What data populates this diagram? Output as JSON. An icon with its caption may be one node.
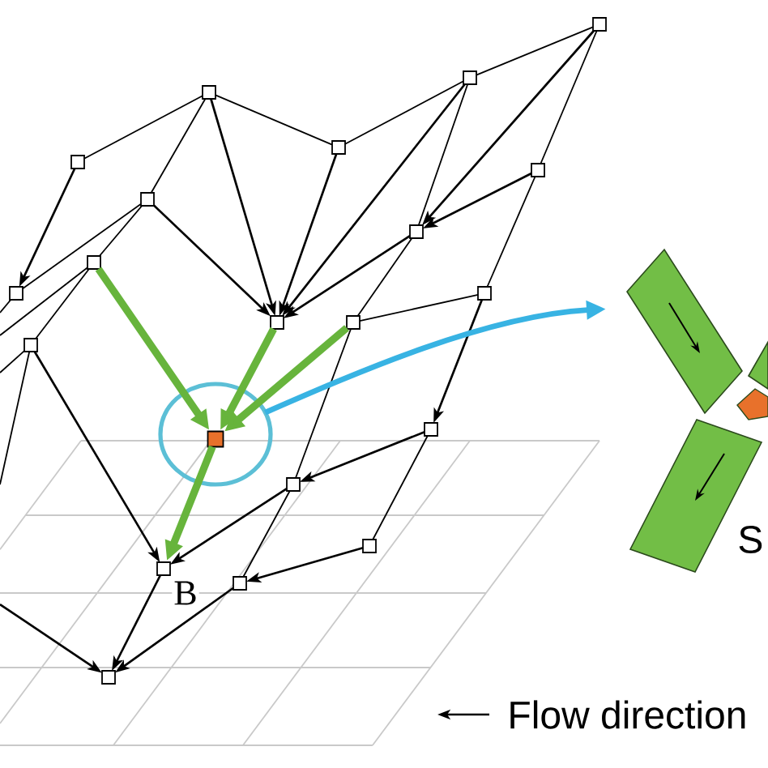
{
  "diagram": {
    "nodes": [
      {
        "text": [],
        "shape": "box"
      },
      {
        "text": [],
        "shape": "box"
      },
      {
        "text": [],
        "shape": "box"
      },
      {
        "text": [],
        "shape": "box"
      },
      {
        "text": [],
        "shape": "box"
      },
      {
        "text": [],
        "shape": "box"
      },
      {
        "text": [],
        "shape": "box"
      },
      {
        "text": [],
        "shape": "box"
      },
      {
        "text": [],
        "shape": "box"
      },
      {
        "text": [],
        "shape": "box"
      },
      {
        "text": [],
        "shape": "box"
      },
      {
        "text": [],
        "shape": "box"
      },
      {
        "text": [],
        "shape": "box"
      },
      {
        "text": [],
        "shape": "box"
      },
      {
        "text": [],
        "shape": "box"
      },
      {
        "text": [],
        "shape": "circle"
      },
      {
        "text": [],
        "shape": "box",
        "in": 15
      },
      {
        "text": [],
        "shape": "box"
      },
      {
        "text": [],
        "shape": "box"
      },
      {
        "text": [],
        "shape": "box",
        "beside": [
          "B"
        ]
      },
      {
        "text": [],
        "shape": "box"
      },
      {
        "text": [],
        "shape": "box"
      },
      {
        "text": [],
        "shape": "picture"
      }
    ],
    "edges": [
      {
        "from": 1,
        "to": 0,
        "arrow": "none"
      },
      {
        "from": 2,
        "to": 3,
        "arrow": "none"
      },
      {
        "from": 3,
        "to": 1,
        "arrow": "none"
      },
      {
        "from": 2,
        "to": 4,
        "arrow": "none"
      },
      {
        "from": 2,
        "to": 6,
        "arrow": "none"
      },
      {
        "from": 2,
        "to": 11,
        "arrow": "to"
      },
      {
        "from": 3,
        "to": 11,
        "arrow": "to"
      },
      {
        "from": 1,
        "to": 11,
        "arrow": "to"
      },
      {
        "from": 1,
        "to": 7,
        "arrow": "none"
      },
      {
        "from": 0,
        "to": 7,
        "arrow": "to"
      },
      {
        "from": 0,
        "to": 5,
        "arrow": "none"
      },
      {
        "from": 5,
        "to": 7,
        "arrow": "to"
      },
      {
        "from": 5,
        "to": 10,
        "arrow": "none"
      },
      {
        "from": 6,
        "to": 11,
        "arrow": "to"
      },
      {
        "from": 7,
        "to": 11,
        "arrow": "to"
      },
      {
        "from": 7,
        "to": 12,
        "arrow": "none"
      },
      {
        "from": 10,
        "to": 12,
        "arrow": "none"
      },
      {
        "from": 4,
        "to": 9,
        "arrow": "to"
      },
      {
        "from": 6,
        "to": 9,
        "arrow": "none"
      },
      {
        "from": 6,
        "to": 8,
        "arrow": "none"
      },
      {
        "from": 8,
        "to": 13,
        "arrow": "none"
      },
      {
        "from": 8,
        "to": null,
        "arrow": "none"
      },
      {
        "from": 9,
        "to": null,
        "arrow": "none"
      },
      {
        "from": 13,
        "to": null,
        "arrow": "none"
      },
      {
        "from": 13,
        "to": null,
        "arrow": "none"
      },
      {
        "from": 8,
        "to": 16,
        "arrow": "to",
        "style": "thick",
        "color": "#67b43c"
      },
      {
        "from": 11,
        "to": 16,
        "arrow": "to",
        "style": "thick",
        "color": "#67b43c"
      },
      {
        "from": 12,
        "to": 16,
        "arrow": "to",
        "style": "thick",
        "color": "#67b43c"
      },
      {
        "from": 16,
        "to": 19,
        "arrow": "to",
        "style": "thick",
        "color": "#67b43c"
      },
      {
        "from": 12,
        "to": 17,
        "arrow": "none"
      },
      {
        "from": 10,
        "to": 14,
        "arrow": "to"
      },
      {
        "from": 14,
        "to": 17,
        "arrow": "to"
      },
      {
        "from": 14,
        "to": 18,
        "arrow": "none"
      },
      {
        "from": 17,
        "to": 19,
        "arrow": "to"
      },
      {
        "from": 17,
        "to": 20,
        "arrow": "none"
      },
      {
        "from": 18,
        "to": 20,
        "arrow": "to"
      },
      {
        "from": 13,
        "to": 19,
        "arrow": "to"
      },
      {
        "from": 19,
        "to": 21,
        "arrow": "to"
      },
      {
        "from": 20,
        "to": 21,
        "arrow": "to"
      },
      {
        "from": null,
        "to": 21,
        "arrow": "to"
      },
      {
        "from": 15,
        "to": 22,
        "arrow": "to",
        "style": "thick",
        "color": "#38b3e3"
      }
    ],
    "labels": [
      "S"
    ],
    "legend": [
      {
        "text": "Flow direction"
      }
    ]
  }
}
